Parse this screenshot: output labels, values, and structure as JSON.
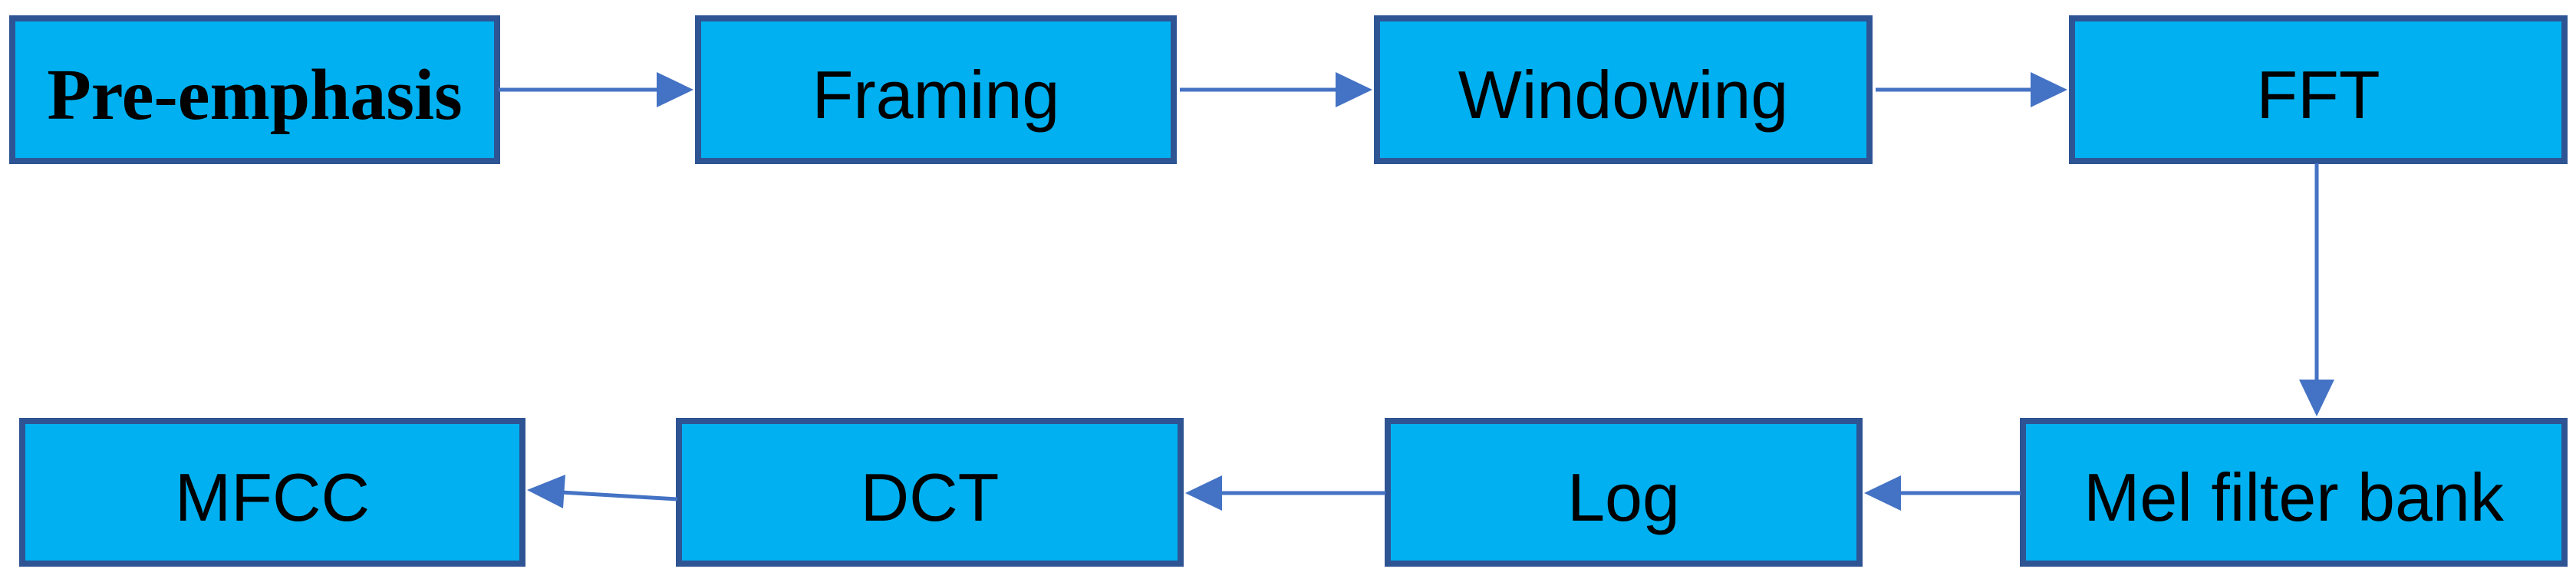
{
  "diagram": {
    "type": "flowchart",
    "boxes": [
      {
        "id": "pre-emphasis",
        "label": "Pre-emphasis"
      },
      {
        "id": "framing",
        "label": "Framing"
      },
      {
        "id": "windowing",
        "label": "Windowing"
      },
      {
        "id": "fft",
        "label": "FFT"
      },
      {
        "id": "mfcc",
        "label": "MFCC"
      },
      {
        "id": "dct",
        "label": "DCT"
      },
      {
        "id": "log",
        "label": "Log"
      },
      {
        "id": "mel-filter-bank",
        "label": "Mel filter bank"
      }
    ],
    "flow_order": [
      "Pre-emphasis",
      "Framing",
      "Windowing",
      "FFT",
      "Mel filter bank",
      "Log",
      "DCT",
      "MFCC"
    ],
    "arrows": [
      {
        "from": "Pre-emphasis",
        "to": "Framing",
        "direction": "right"
      },
      {
        "from": "Framing",
        "to": "Windowing",
        "direction": "right"
      },
      {
        "from": "Windowing",
        "to": "FFT",
        "direction": "right"
      },
      {
        "from": "FFT",
        "to": "Mel filter bank",
        "direction": "down"
      },
      {
        "from": "Mel filter bank",
        "to": "Log",
        "direction": "left"
      },
      {
        "from": "Log",
        "to": "DCT",
        "direction": "left"
      },
      {
        "from": "DCT",
        "to": "MFCC",
        "direction": "left"
      }
    ],
    "colors": {
      "box_fill": "#00B0F0",
      "box_border": "#2E5494",
      "arrow": "#4472C4",
      "text": "#000000",
      "background": "#FFFFFF"
    }
  }
}
